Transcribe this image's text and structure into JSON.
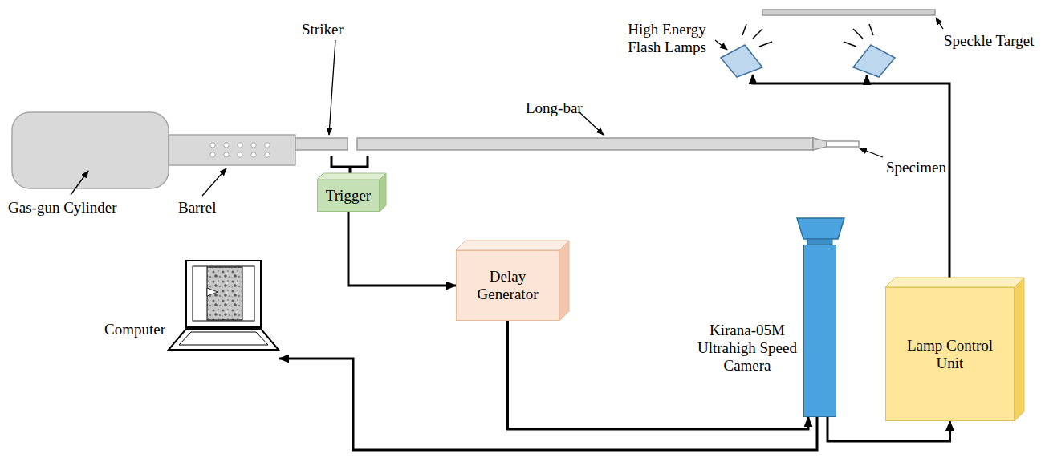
{
  "diagram": {
    "nodes": [
      {
        "text": [
          "Trigger"
        ]
      },
      {
        "text": [
          "Delay Generator"
        ]
      },
      {
        "text": [
          "Kirana-05M Ultrahigh Speed Camera"
        ]
      },
      {
        "text": [
          "Lamp Control Unit"
        ]
      },
      {
        "text": [
          "Computer"
        ]
      }
    ],
    "edges": [
      {
        "from": 0,
        "to": 1,
        "arrow": "to"
      },
      {
        "from": 1,
        "to": 2,
        "arrow": "to"
      },
      {
        "from": 2,
        "to": 4,
        "arrow": "to"
      },
      {
        "from": 2,
        "to": 3,
        "arrow": "to"
      }
    ],
    "labels": [
      "Gas-gun Cylinder",
      "Barrel",
      "Striker",
      "Long-bar",
      "Specimen",
      "High Energy Flash Lamps",
      "Speckle Target"
    ]
  }
}
